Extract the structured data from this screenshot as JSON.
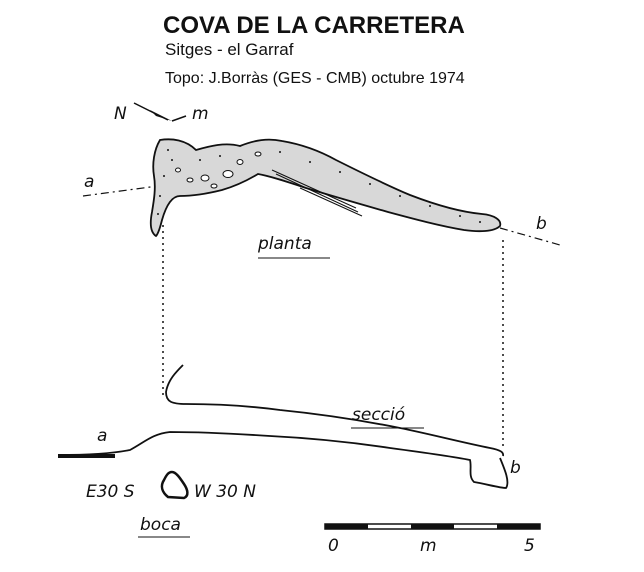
{
  "title": "COVA DE LA CARRETERA",
  "subtitle": "Sitges - el Garraf",
  "survey": "Topo: J.Borràs (GES - CMB)  octubre 1974",
  "labels": {
    "north": "N",
    "magnetic": "m",
    "point_a_plan": "a",
    "point_b_plan": "b",
    "point_a_section": "a",
    "point_b_section": "b",
    "plan": "planta",
    "section": "secció",
    "entrance_left": "E30 S",
    "entrance_right": "W 30 N",
    "entrance": "boca"
  },
  "scale": {
    "zero": "0",
    "unit": "m",
    "five": "5"
  }
}
